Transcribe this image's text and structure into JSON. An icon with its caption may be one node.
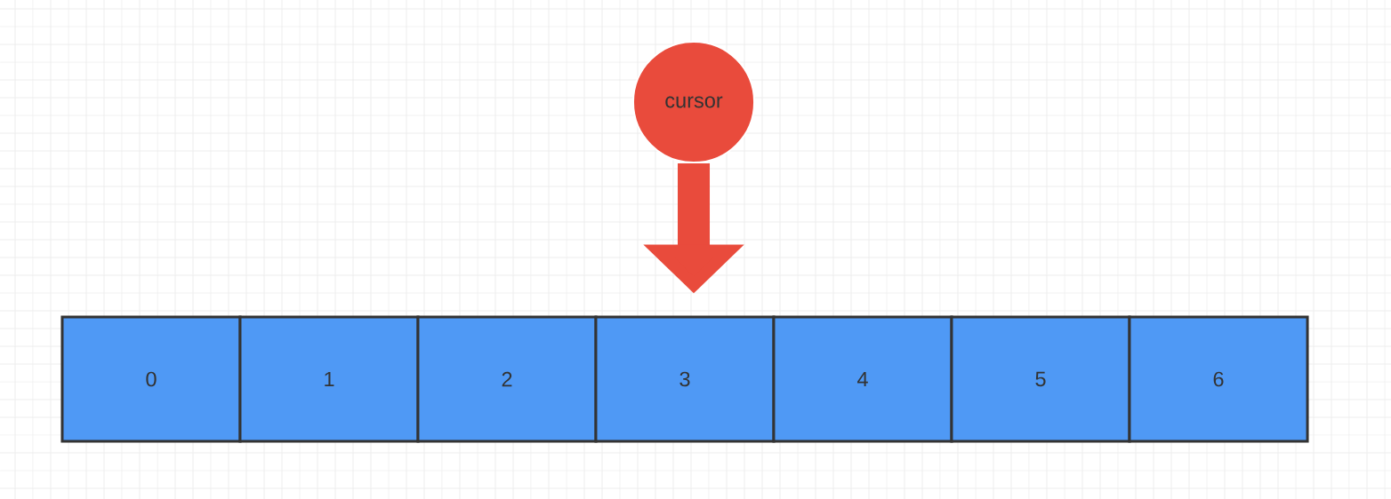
{
  "diagram": {
    "nodes": [
      {
        "text": [
          "cursor"
        ]
      },
      {
        "text": [
          "0"
        ]
      },
      {
        "text": [
          "1"
        ]
      },
      {
        "text": [
          "2"
        ]
      },
      {
        "text": [
          "3"
        ]
      },
      {
        "text": [
          "4"
        ]
      },
      {
        "text": [
          "5"
        ]
      },
      {
        "text": [
          "6"
        ]
      }
    ],
    "edges": [
      {
        "from": 0,
        "to": 4,
        "arrow": "to",
        "color": "#e94b3c"
      }
    ]
  }
}
